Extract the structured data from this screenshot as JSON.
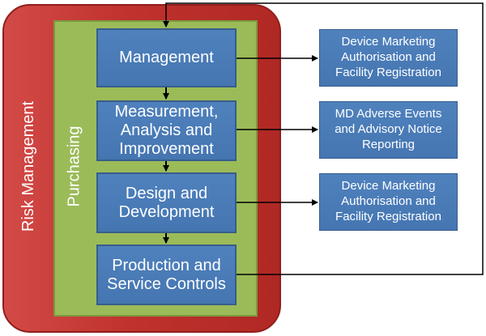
{
  "containers": {
    "risk_management": "Risk Management",
    "purchasing": "Purchasing"
  },
  "process_steps": [
    "Management",
    "Measurement,\nAnalysis and\nImprovement",
    "Design and\nDevelopment",
    "Production and\nService Controls"
  ],
  "regulatory_boxes": [
    "Device Marketing\nAuthorisation and\nFacility Registration",
    "MD Adverse Events\nand Advisory Notice\nReporting",
    "Device Marketing\nAuthorisation and\nFacility Registration"
  ],
  "colors": {
    "risk_red": "#c0322e",
    "purchasing_green": "#9bbb59",
    "process_blue": "#4f81bd"
  }
}
